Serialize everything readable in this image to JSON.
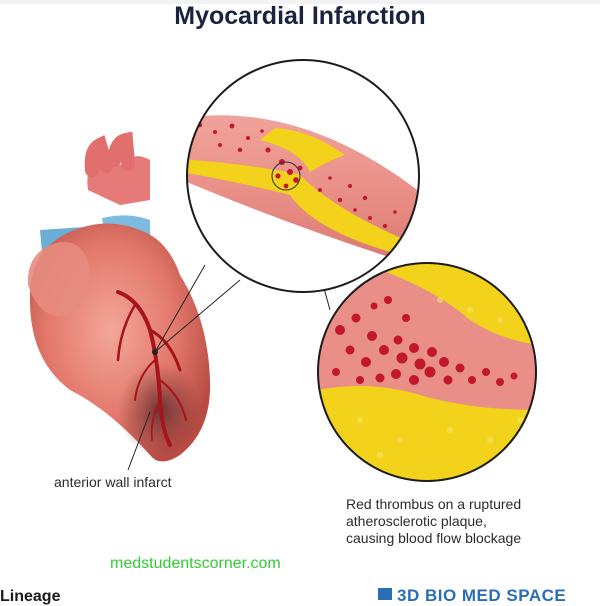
{
  "title": "Myocardial Infarction",
  "labels": {
    "anterior": "anterior wall infarct",
    "thrombus_line1": "Red thrombus on a ruptured",
    "thrombus_line2": "atherosclerotic plaque,",
    "thrombus_line3": "causing blood flow blockage"
  },
  "watermark": "medstudentscorner.com",
  "footer_left": "Lineage",
  "brand": "3D BIO MED SPACE",
  "colors": {
    "title": "#1a2440",
    "heart_muscle": "#e8877a",
    "aorta": "#e57a78",
    "vena_cava": "#6aaed6",
    "plaque": "#f2d21b",
    "blood": "#c2182b",
    "watermark": "#33cc33",
    "brand": "#2a6fb5"
  }
}
